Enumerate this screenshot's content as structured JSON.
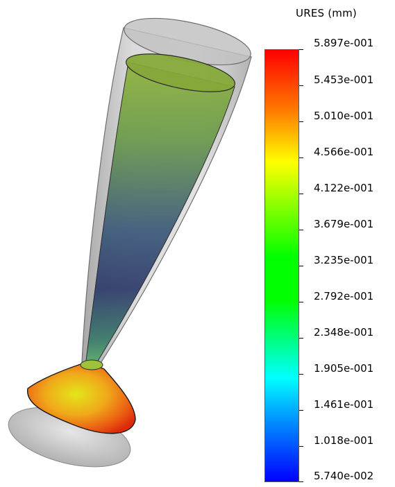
{
  "legend": {
    "title": "URES (mm)",
    "labels": [
      "5.897e-001",
      "5.453e-001",
      "5.010e-001",
      "4.566e-001",
      "4.122e-001",
      "3.679e-001",
      "3.235e-001",
      "2.792e-001",
      "2.348e-001",
      "1.905e-001",
      "1.461e-001",
      "1.018e-001",
      "5.740e-002"
    ],
    "colors": {
      "max": "#ff0000",
      "orange": "#ff7a00",
      "yellow": "#ffff00",
      "green": "#00ff00",
      "cyan": "#00ffff",
      "min": "#0000ff"
    }
  },
  "model": {
    "icon": "deformed-glass-mesh-icon",
    "shell_color": "#b9b9b9"
  }
}
